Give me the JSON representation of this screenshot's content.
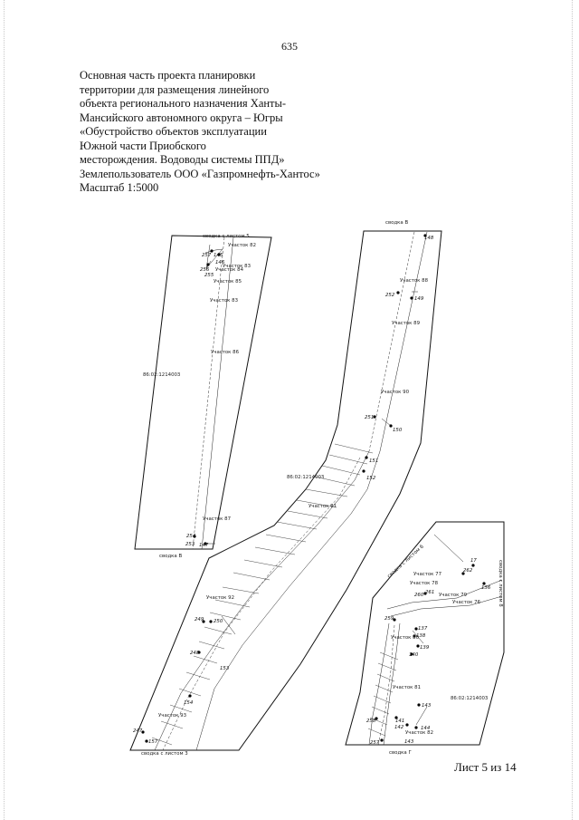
{
  "header": {
    "page_number": "635"
  },
  "title": {
    "lines": [
      "Основная часть проекта планировки",
      "территории для размещения линейного",
      "объекта регионального назначения Ханты-",
      "Мансийского автономного округа – Югры",
      "«Обустройство объектов эксплуатации",
      " Южной части Приобского",
      "месторождения. Водоводы системы ППД»",
      "Землепользователь ООО «Газпромнефть-Хантос»",
      "Масштаб 1:5000"
    ]
  },
  "map": {
    "match_labels": {
      "left_top": "сводка  с листом 5",
      "left_bottom": "сводка В",
      "center_top": "сводка В",
      "center_bottom": "сводка  с листом 3",
      "right_left": "сводка  с листом 6",
      "right_right": "сводка  с листом 8",
      "right_bottom": "сводка  Г"
    },
    "cadastral": {
      "left": "86:02:1214003",
      "center": "86:02:1214003",
      "right": "86:02:1214003"
    },
    "parcels": {
      "l82": "Участок 82",
      "l83": "Участок 83",
      "l84": "Участок 84",
      "l85": "Участок 85",
      "l83b": "Участок 83",
      "l86": "Участок 86",
      "l87": "Участок 87",
      "c88": "Участок 88",
      "c89": "Участок 89",
      "c90": "Участок 90",
      "c91": "Участок 91",
      "c92": "Участок 92",
      "c93": "Участок 93",
      "r77": "Участок 77",
      "r78": "Участок 78",
      "r79": "Участок 79",
      "r76": "Участок 76",
      "r80": "Участок 80",
      "r81": "Участок 81",
      "r82": "Участок 82"
    },
    "points": {
      "p257": "257",
      "p145": "145",
      "p146": "146",
      "p256": "256",
      "p255": "255",
      "p254": "254",
      "p253": "253",
      "p147": "147",
      "p148": "148",
      "p252": "252",
      "p149": "149",
      "p251": "251",
      "p150": "150",
      "p151": "151",
      "p152": "152",
      "p249": "249",
      "p250": "250",
      "p248": "248",
      "p153": "153",
      "p154": "154",
      "p247": "247",
      "p157": "157",
      "p17": "17",
      "p262": "262",
      "p136": "136",
      "p260": "260",
      "p261": "261",
      "p259": "259",
      "p137": "137",
      "p138": "138",
      "p139": "139",
      "p140": "140",
      "p143": "143",
      "p141": "141",
      "p142": "142",
      "p144": "144",
      "p258": "258",
      "p143b": "143",
      "p257r": "257"
    }
  },
  "footer": {
    "sheet": "Лист 5 из 14"
  }
}
